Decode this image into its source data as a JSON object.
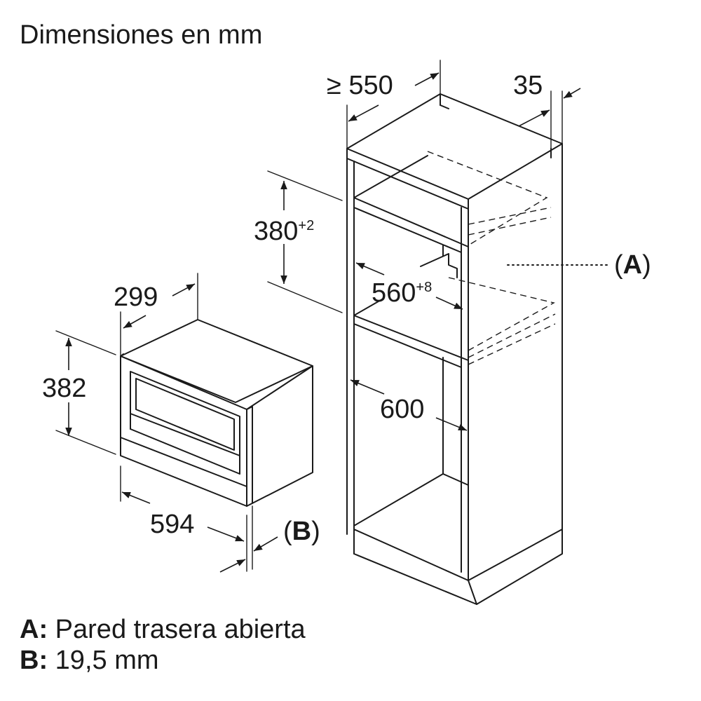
{
  "title": "Dimensiones en mm",
  "dimensions": {
    "depth_min": "≥ 550",
    "side_thickness": "35",
    "niche_height": "380",
    "niche_height_tol": "+2",
    "niche_width": "560",
    "niche_width_tol": "+8",
    "cabinet_width": "600",
    "appliance_depth": "299",
    "appliance_height": "382",
    "appliance_width": "594"
  },
  "callouts": {
    "a_open": "(",
    "a_key": "A",
    "a_close": ")",
    "b_open": "(",
    "b_key": "B",
    "b_close": ")"
  },
  "legend": [
    {
      "key": "A:",
      "text": "Pared trasera abierta"
    },
    {
      "key": "B:",
      "text": "19,5 mm"
    }
  ]
}
